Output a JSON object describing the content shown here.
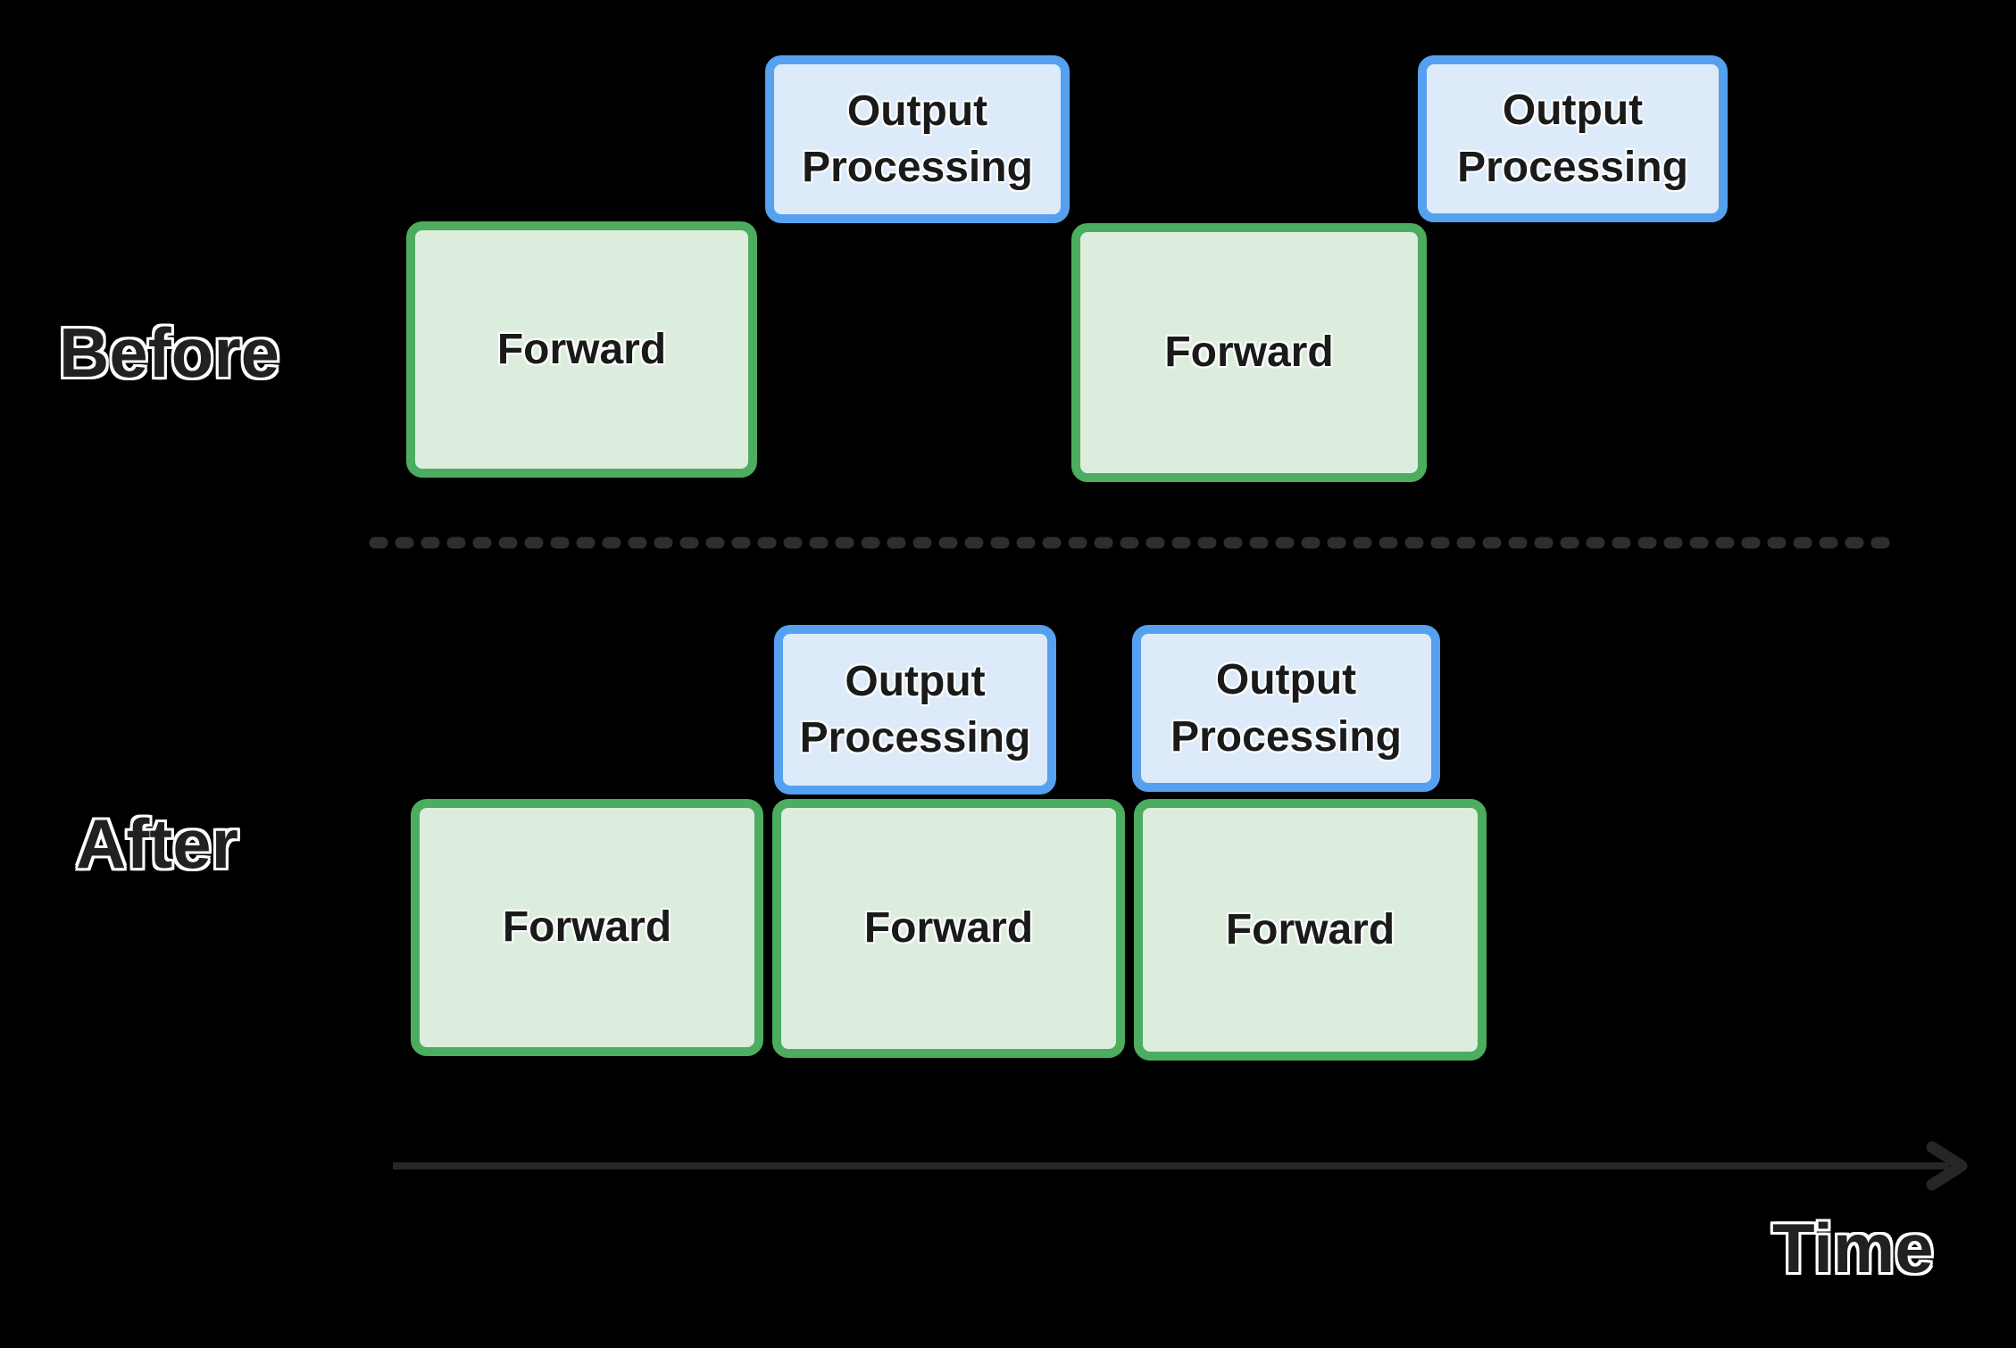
{
  "colors": {
    "background": "#000000",
    "forward_border": "#4DAD5F",
    "forward_fill": "#DCEDDD",
    "output_border": "#55A1F0",
    "output_fill": "#DCEAF9",
    "box_text": "#1A1A1A",
    "label_text": "#212121",
    "label_outline": "#FFFFFF",
    "divider": "#2E2E2E",
    "arrow": "#262626"
  },
  "rows": {
    "before": {
      "label": "Before",
      "boxes": [
        {
          "kind": "forward",
          "label": "Forward"
        },
        {
          "kind": "output",
          "label": "Output Processing"
        },
        {
          "kind": "forward",
          "label": "Forward"
        },
        {
          "kind": "output",
          "label": "Output Processing"
        }
      ]
    },
    "after": {
      "label": "After",
      "boxes": [
        {
          "kind": "output",
          "label": "Output Processing"
        },
        {
          "kind": "output",
          "label": "Output Processing"
        },
        {
          "kind": "forward",
          "label": "Forward"
        },
        {
          "kind": "forward",
          "label": "Forward"
        },
        {
          "kind": "forward",
          "label": "Forward"
        }
      ]
    }
  },
  "axis": {
    "label": "Time"
  }
}
